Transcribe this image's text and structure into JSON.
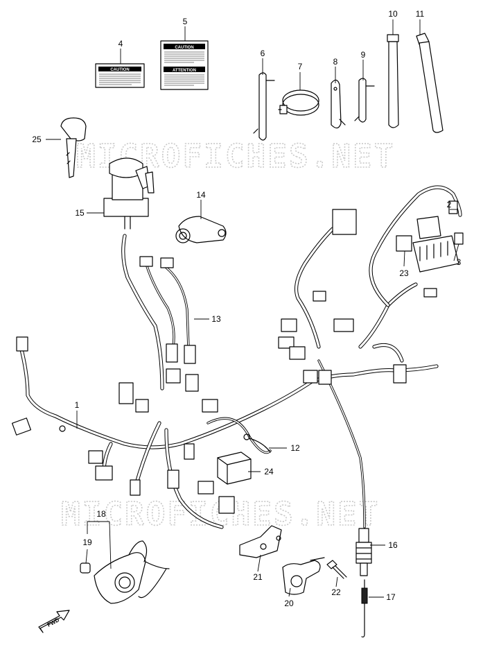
{
  "watermark": "MICROFICHES.NET",
  "fwd_label": "FWD",
  "labels": {
    "caution_small": "CAUTION",
    "caution_large": "CAUTION",
    "attention": "ATTENTION"
  },
  "callouts": [
    "1",
    "2",
    "3",
    "4",
    "5",
    "6",
    "7",
    "8",
    "9",
    "10",
    "11",
    "12",
    "13",
    "14",
    "15",
    "16",
    "17",
    "18",
    "19",
    "20",
    "21",
    "22",
    "23",
    "24",
    "25"
  ]
}
